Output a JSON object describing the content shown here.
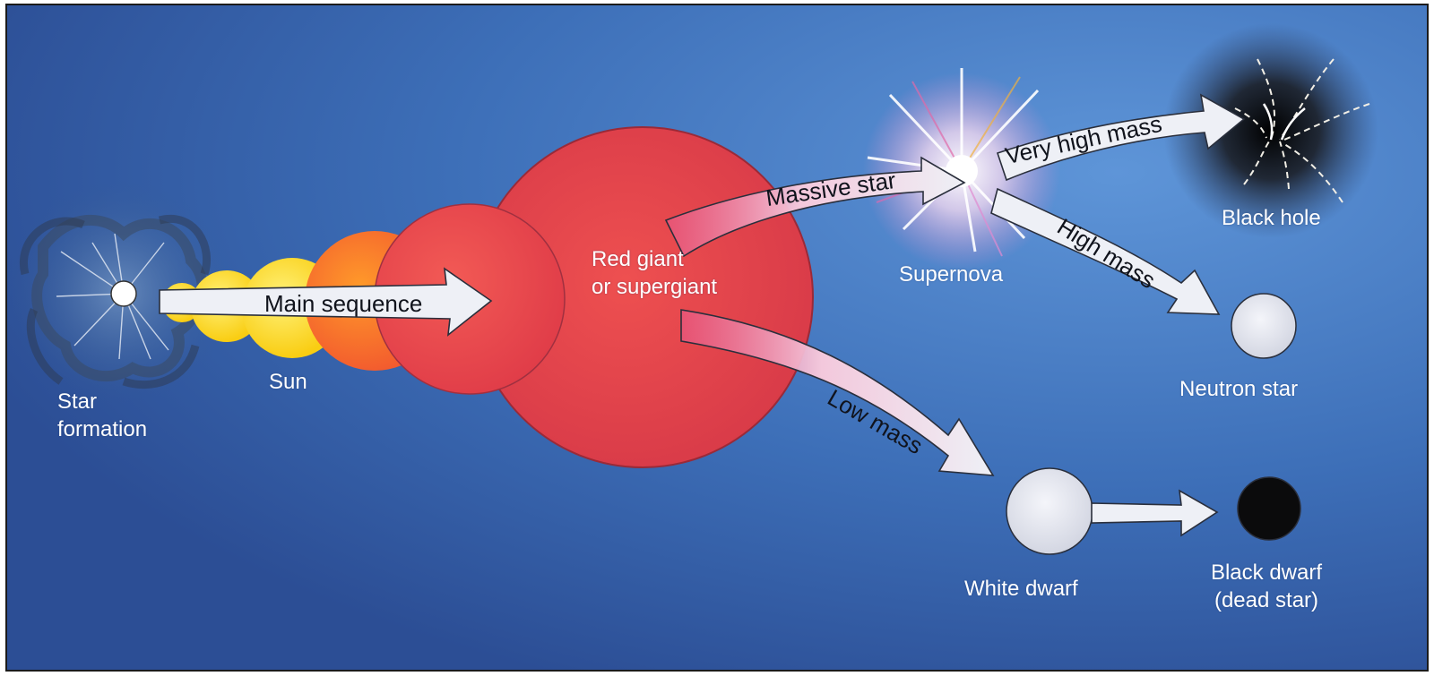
{
  "diagram": {
    "stages": {
      "star_formation": "Star\nformation",
      "sun": "Sun",
      "red_giant": "Red giant\nor supergiant",
      "supernova": "Supernova",
      "black_hole": "Black hole",
      "neutron_star": "Neutron star",
      "white_dwarf": "White dwarf",
      "black_dwarf": "Black dwarf\n(dead star)"
    },
    "arrows": {
      "main_sequence": "Main sequence",
      "massive_star": "Massive star",
      "very_high_mass": "Very high mass",
      "high_mass": "High mass",
      "low_mass": "Low mass"
    },
    "colors": {
      "background": "#3d6fb8",
      "red_giant": "#e8474a",
      "sun": "#ffd21f",
      "arrow_fill": "#eef0f6"
    }
  }
}
